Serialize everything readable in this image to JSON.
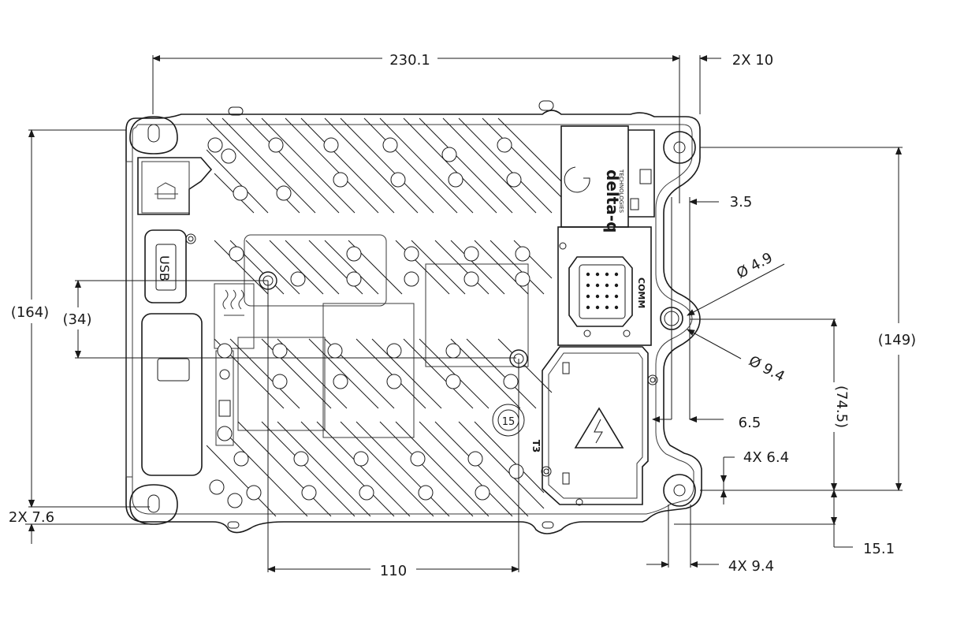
{
  "dimensions": {
    "overall_width": "230.1",
    "slot_width": "2X 10",
    "overall_height": "(164)",
    "mount_spacing_vertical": "(34)",
    "slot_bottom_offset": "2X 7.6",
    "mount_spacing_horizontal": "110",
    "tab_offset_top": "3.5",
    "hole_small": "Ø 4.9",
    "hole_large": "Ø 9.4",
    "tab_offset_bottom": "6.5",
    "tab_height": "(149)",
    "hole_to_bottom": "(74.5)",
    "slot_small": "4X 6.4",
    "edge_offset": "15.1",
    "slot_large": "4X 9.4"
  },
  "markings": {
    "usb": "USB",
    "comm": "COMM",
    "brand": "delta-q",
    "brand_sub": "TECHNOLOGIES",
    "terminal": "T3",
    "dial": "15"
  }
}
